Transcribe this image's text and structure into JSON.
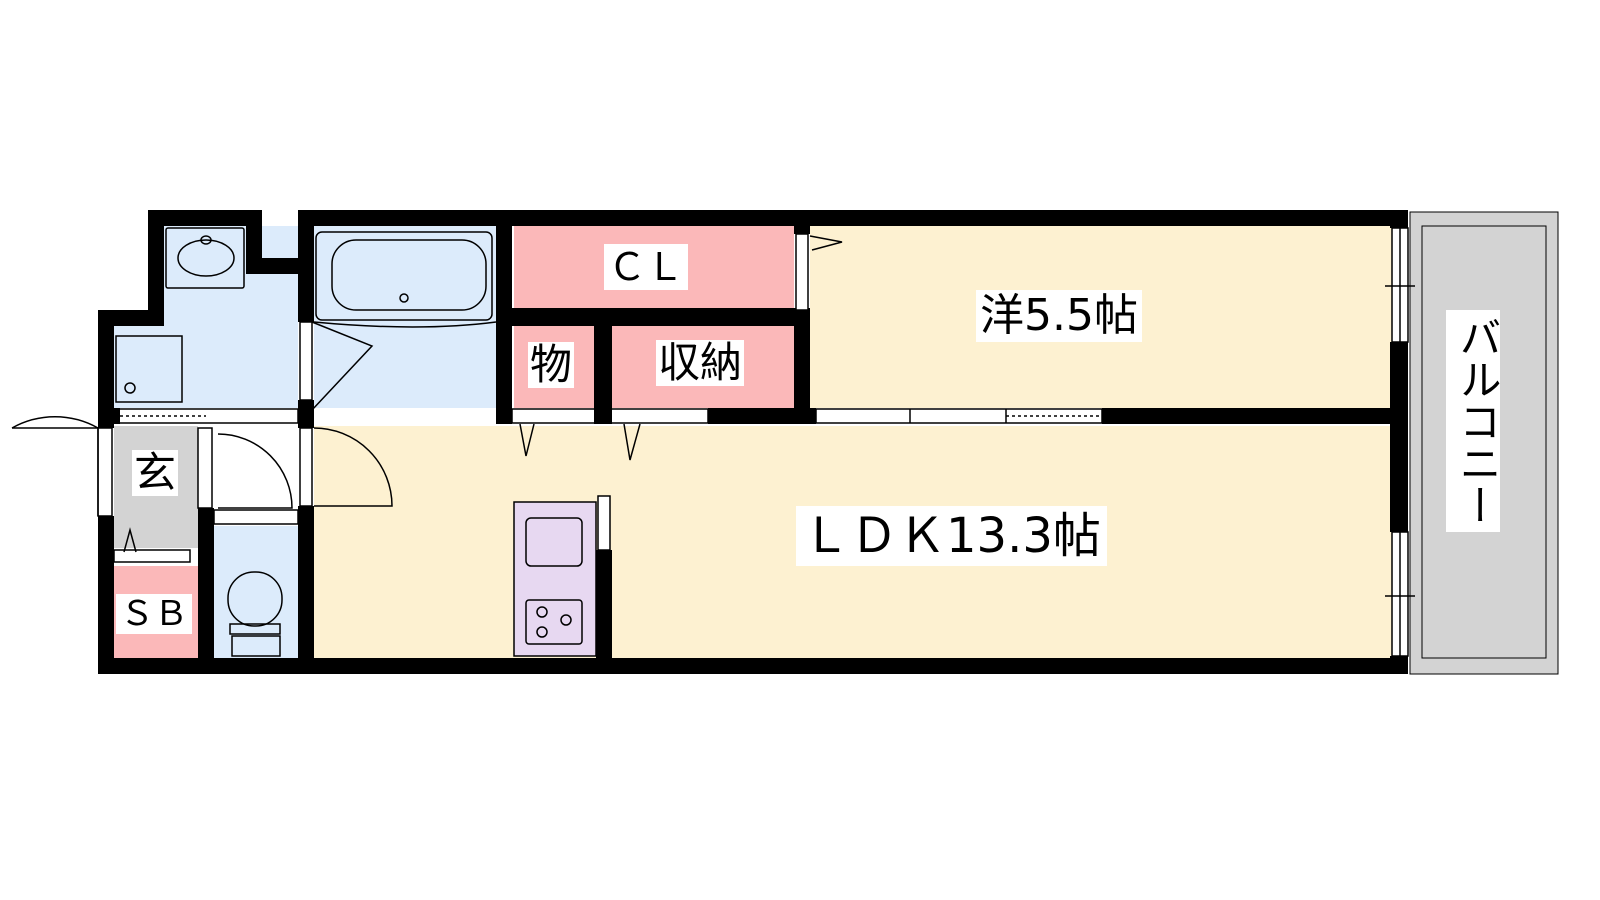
{
  "colors": {
    "ldk": "#fdf1d1",
    "western_room": "#fdf1d1",
    "wet_area": "#dcebfb",
    "closet": "#fbb8b9",
    "entrance": "#d3d3d3",
    "balcony": "#d3d3d3",
    "kitchen": "#e7d8f1",
    "wall": "#000000"
  },
  "rooms": {
    "closet": "ＣＬ",
    "western_room": "洋5.5帖",
    "storage_small": "物",
    "storage": "収納",
    "entrance": "玄",
    "shoe_box": "ＳＢ",
    "ldk": "ＬＤＫ13.3帖",
    "balcony": "バルコニー"
  },
  "fixtures": [
    "washbasin-icon",
    "washing-machine-icon",
    "bathtub-icon",
    "toilet-icon",
    "sink-icon",
    "stove-icon"
  ]
}
